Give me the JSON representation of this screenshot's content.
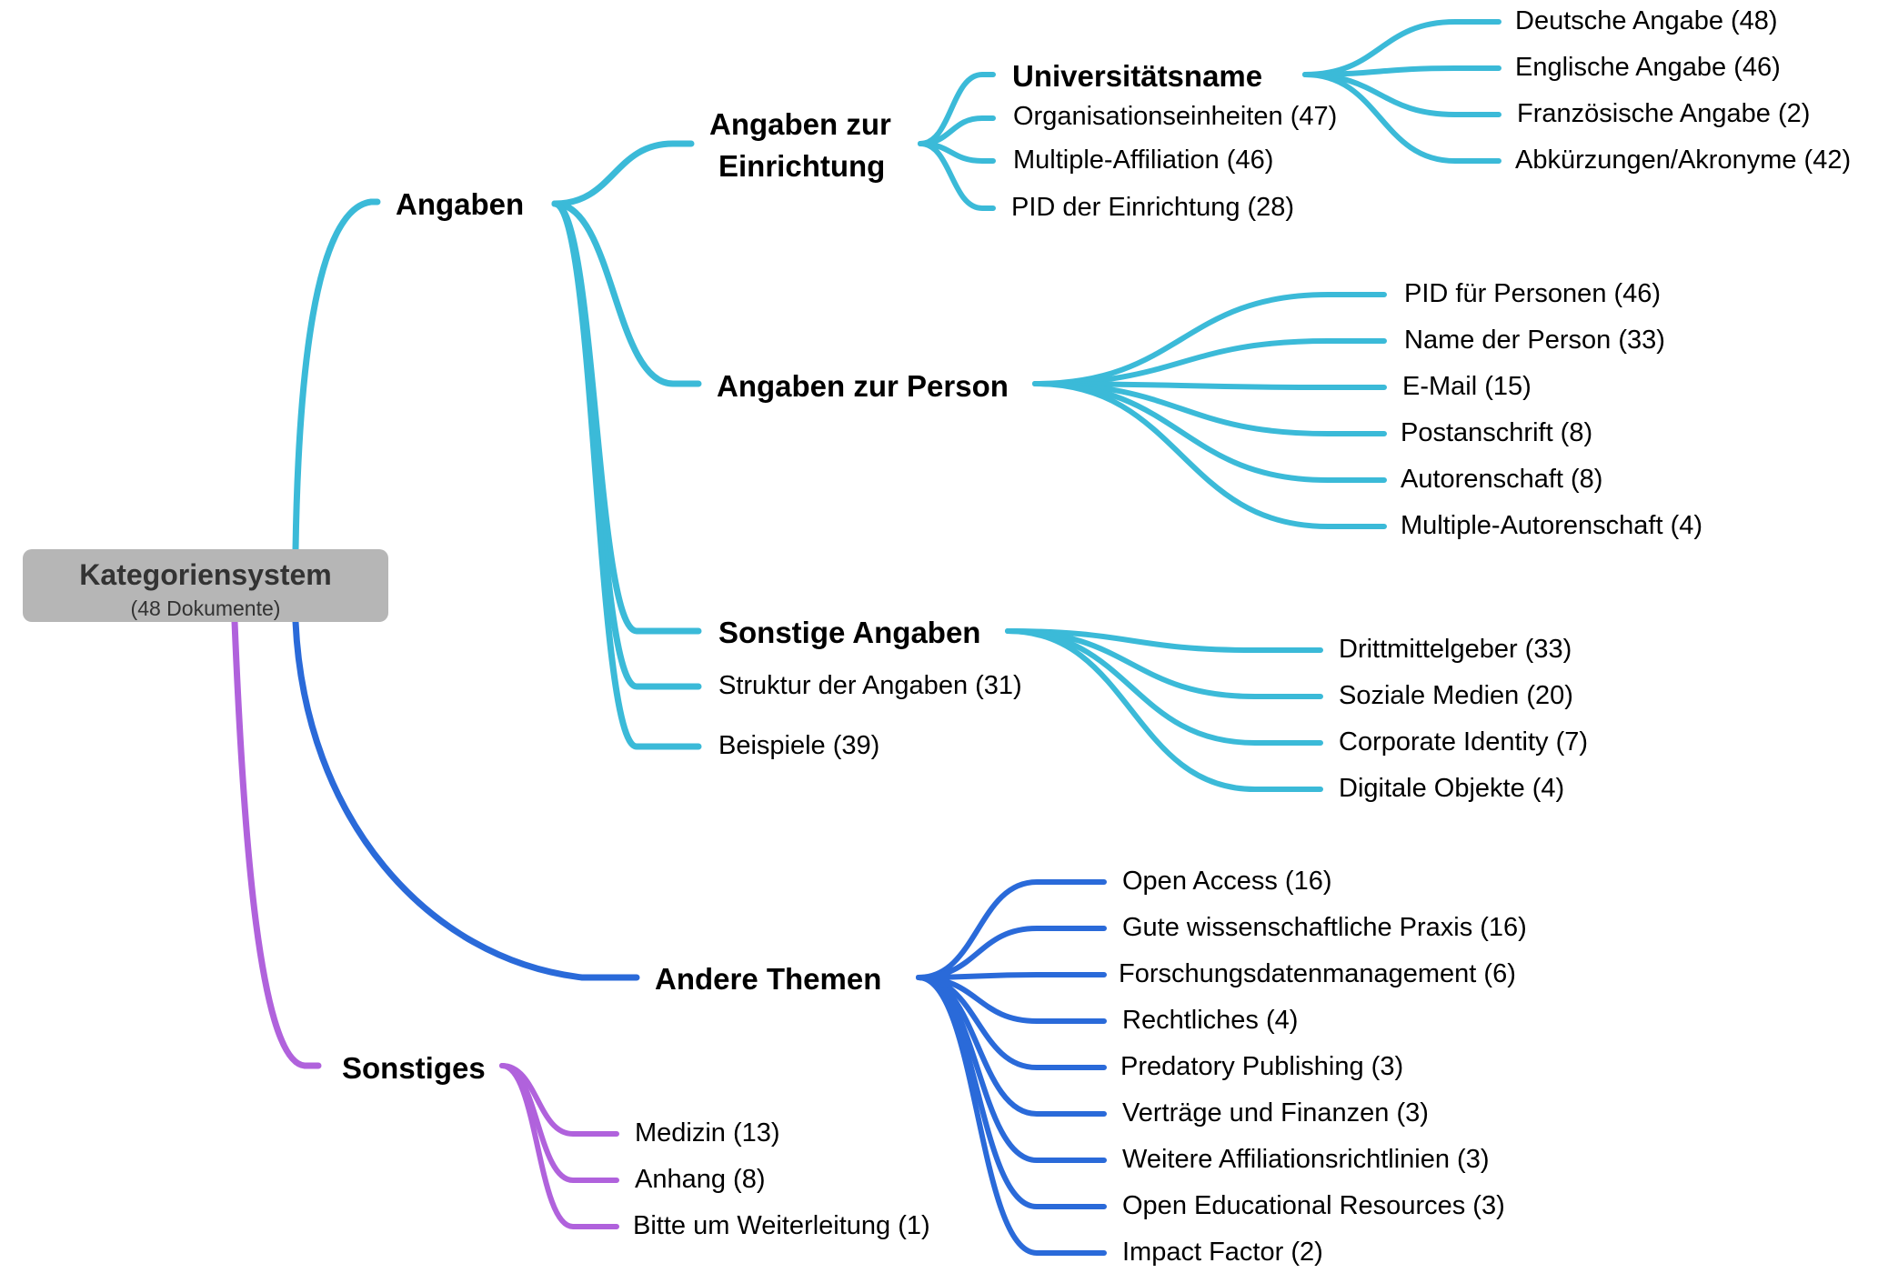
{
  "root": {
    "title": "Kategoriensystem",
    "subtitle": "(48 Dokumente)"
  },
  "colors": {
    "cyan": "#3bbad8",
    "blue": "#2a6ad9",
    "purple": "#b062dc",
    "root_bg": "#b6b6b6"
  },
  "branches": {
    "angaben": {
      "label": "Angaben",
      "einrichtung": {
        "label_line1": "Angaben zur",
        "label_line2": "Einrichtung",
        "universitaetsname": {
          "label": "Universitätsname",
          "children": [
            "Deutsche Angabe (48)",
            "Englische Angabe (46)",
            "Französische Angabe (2)",
            "Abkürzungen/Akronyme (42)"
          ]
        },
        "items": [
          "Organisationseinheiten (47)",
          "Multiple-Affiliation (46)",
          "PID der Einrichtung (28)"
        ]
      },
      "person": {
        "label": "Angaben zur Person",
        "children": [
          "PID für Personen (46)",
          "Name der Person (33)",
          "E-Mail (15)",
          "Postanschrift (8)",
          "Autorenschaft (8)",
          "Multiple-Autorenschaft (4)"
        ]
      },
      "sonstige": {
        "label": "Sonstige Angaben",
        "children": [
          "Drittmittelgeber (33)",
          "Soziale Medien (20)",
          "Corporate Identity (7)",
          "Digitale Objekte (4)"
        ]
      },
      "struktur": "Struktur der Angaben (31)",
      "beispiele": "Beispiele (39)"
    },
    "andere": {
      "label": "Andere Themen",
      "children": [
        "Open Access (16)",
        "Gute wissenschaftliche Praxis (16)",
        "Forschungsdatenmanagement (6)",
        "Rechtliches (4)",
        "Predatory Publishing (3)",
        "Verträge und Finanzen (3)",
        "Weitere Affiliationsrichtlinien (3)",
        "Open Educational Resources (3)",
        "Impact Factor (2)"
      ]
    },
    "sonstiges": {
      "label": "Sonstiges",
      "children": [
        "Medizin (13)",
        "Anhang (8)",
        "Bitte um Weiterleitung (1)"
      ]
    }
  }
}
